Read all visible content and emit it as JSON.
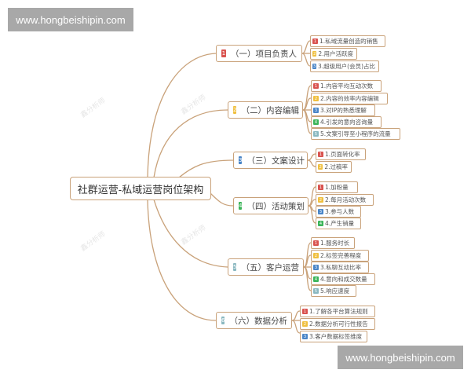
{
  "watermarks": {
    "top": "www.hongbeishipin.com",
    "bottom": "www.hongbeishipin.com",
    "faint": [
      "鑫分析师",
      "鑫分析师",
      "鑫分析师",
      "鑫分析师"
    ]
  },
  "colors": {
    "line": "#c9a27a",
    "red": "#d9534f",
    "yellow": "#f0c040",
    "blue": "#4a86c8",
    "green": "#3cb55a",
    "teal": "#8ab8c0"
  },
  "root": {
    "label": "社群运营-私域运营岗位架构"
  },
  "branches": [
    {
      "num": "1",
      "label": "（一）项目负责人",
      "leaves": [
        {
          "num": "1",
          "label": "1.私域流量创造的销售"
        },
        {
          "num": "2",
          "label": "2.用户活跃度"
        },
        {
          "num": "3",
          "label": "3.超级用户(会员)占比"
        }
      ]
    },
    {
      "num": "2",
      "label": "（二）内容编辑",
      "leaves": [
        {
          "num": "1",
          "label": "1.内容平均互动次数"
        },
        {
          "num": "2",
          "label": "2.内容的效率内容编辑"
        },
        {
          "num": "3",
          "label": "3.对IP的熟悉理解"
        },
        {
          "num": "4",
          "label": "4.引发的意向咨询量"
        },
        {
          "num": "5",
          "label": "5.文案引导至小程序的流量"
        }
      ]
    },
    {
      "num": "3",
      "label": "（三）文案设计",
      "leaves": [
        {
          "num": "1",
          "label": "1.页面转化率"
        },
        {
          "num": "2",
          "label": "2.过稿率"
        }
      ]
    },
    {
      "num": "4",
      "label": "（四）活动策划",
      "leaves": [
        {
          "num": "1",
          "label": "1.加粉量"
        },
        {
          "num": "2",
          "label": "2.每月活动次数"
        },
        {
          "num": "3",
          "label": "3.参与人数"
        },
        {
          "num": "4",
          "label": "4.产生销量"
        }
      ]
    },
    {
      "num": "5",
      "label": "（五）客户运营",
      "leaves": [
        {
          "num": "1",
          "label": "1.服务时长"
        },
        {
          "num": "2",
          "label": "2.标签完善程度"
        },
        {
          "num": "3",
          "label": "3.私聊互动比率"
        },
        {
          "num": "4",
          "label": "4.意向和成交数量"
        },
        {
          "num": "5",
          "label": "5.响应速度"
        }
      ]
    },
    {
      "num": "6",
      "label": "（六）数据分析",
      "leaves": [
        {
          "num": "1",
          "label": "1.了解各平台算法规则"
        },
        {
          "num": "2",
          "label": "2.数据分析可行性报告"
        },
        {
          "num": "3",
          "label": "3.客户数据标签维度"
        }
      ]
    }
  ]
}
